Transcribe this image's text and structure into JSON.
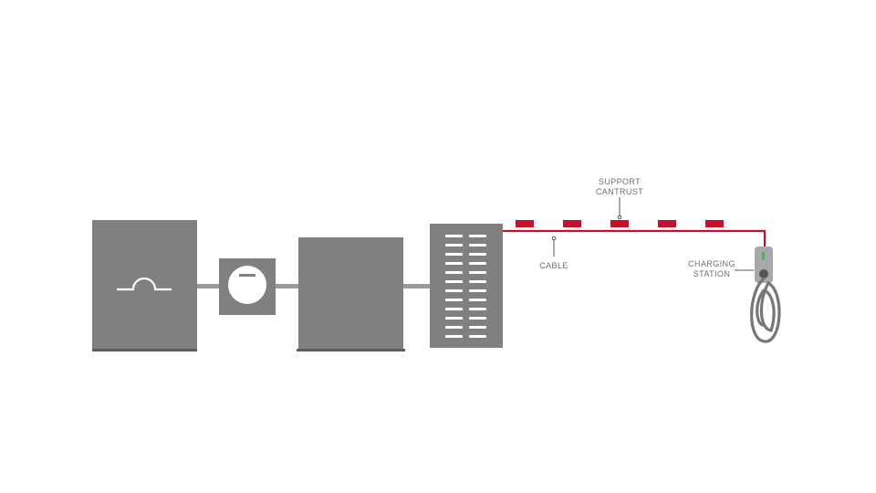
{
  "labels": {
    "support_line1": "SUPPORT",
    "support_line2": "CANTRUST",
    "cable": "CABLE",
    "station_line1": "CHARGING",
    "station_line2": "STATION"
  },
  "colors": {
    "block": "#808080",
    "block_base": "#5e5e5e",
    "connector": "#9a9a9a",
    "cable": "#c5102b",
    "support": "#c5102b",
    "label_text": "#6f6f6f",
    "leader": "#555555",
    "station_body": "#a8a8a8",
    "station_cord": "#777777",
    "indicator": "#36c24a",
    "symbol": "#ffffff"
  },
  "icons": {
    "generator_symbol": "semicircle-wave-icon",
    "meter_symbol": "meter-dial-icon",
    "panel_symbol": "breaker-slots-icon",
    "station_symbol": "ev-charger-icon"
  }
}
